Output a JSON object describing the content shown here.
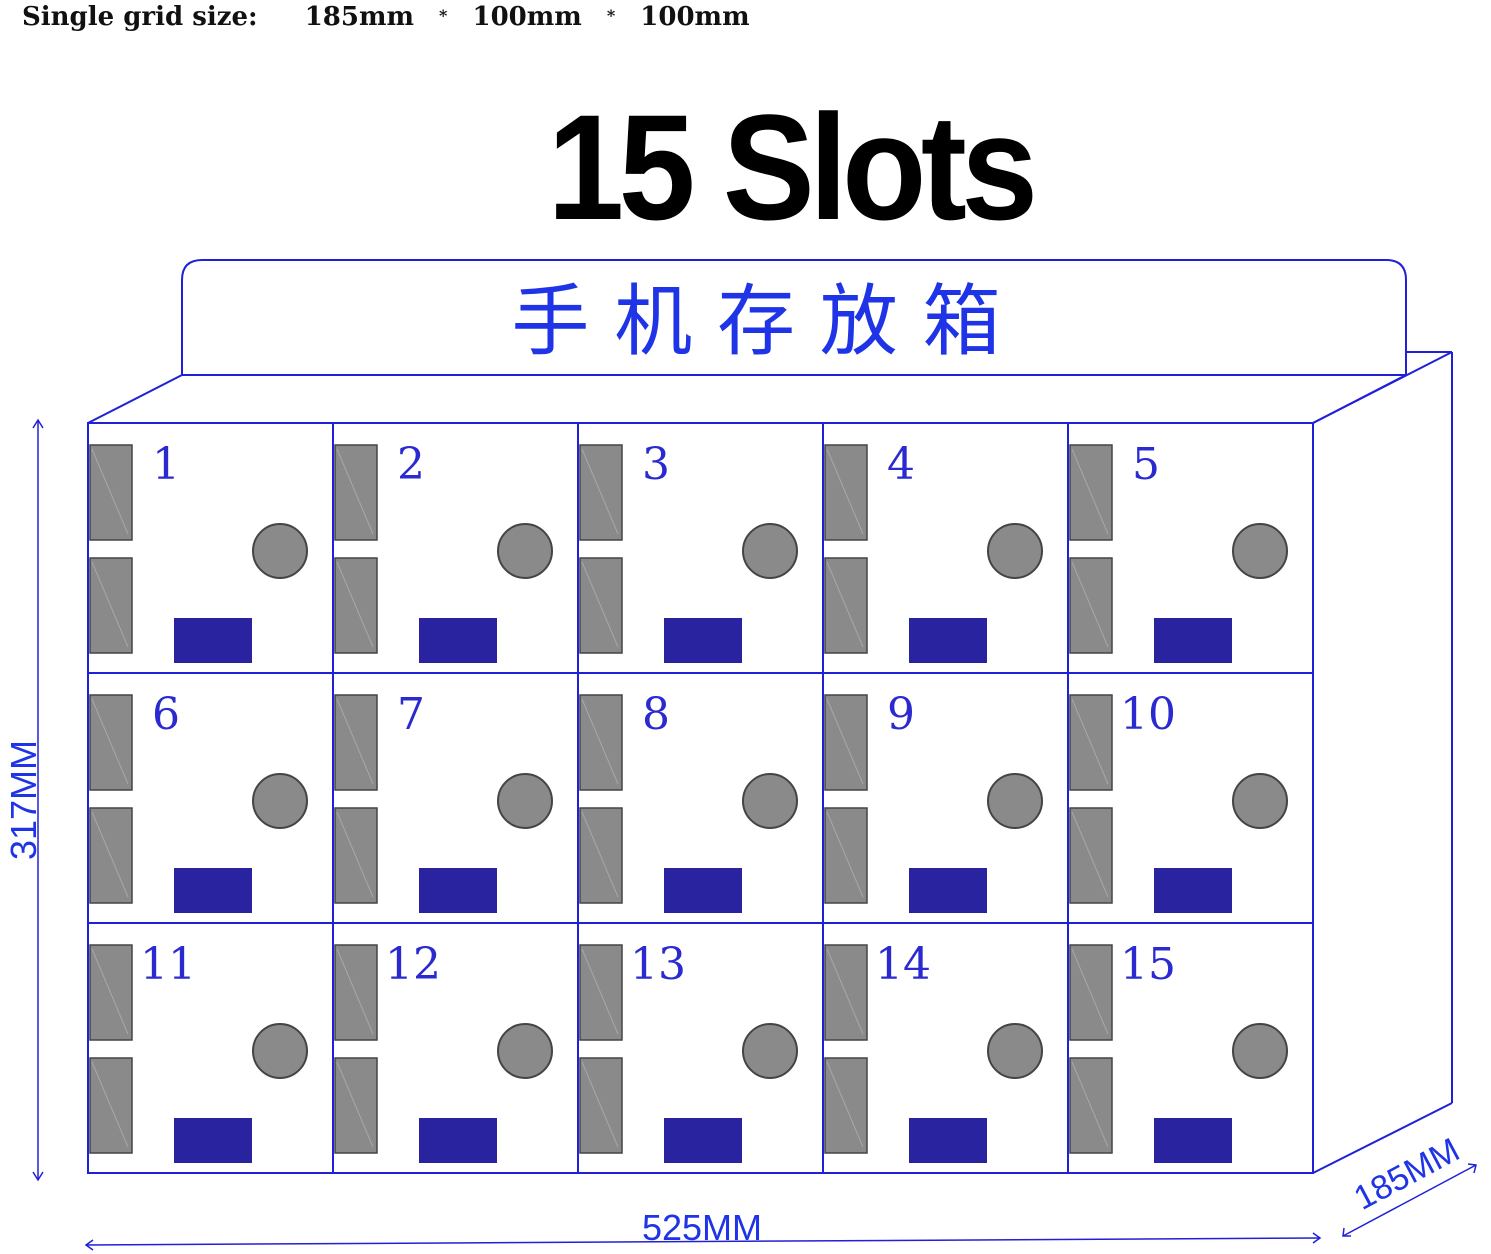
{
  "spec": {
    "label": "Single grid size:",
    "dims": [
      "185mm",
      "100mm",
      "100mm"
    ],
    "separator": "*"
  },
  "title": "15 Slots",
  "header_text": "手 机 存 放 箱",
  "slots": [
    "1",
    "2",
    "3",
    "4",
    "5",
    "6",
    "7",
    "8",
    "9",
    "10",
    "11",
    "12",
    "13",
    "14",
    "15"
  ],
  "dimensions": {
    "height": "317MM",
    "width": "525MM",
    "depth": "185MM"
  },
  "colors": {
    "outline": "#2020d8",
    "text_blue": "#1e34e6",
    "slot_number": "#2a2ad0",
    "screen": "#2a23a0",
    "gray_panel": "#8a8a8a",
    "lock": "#8a8a8a"
  }
}
